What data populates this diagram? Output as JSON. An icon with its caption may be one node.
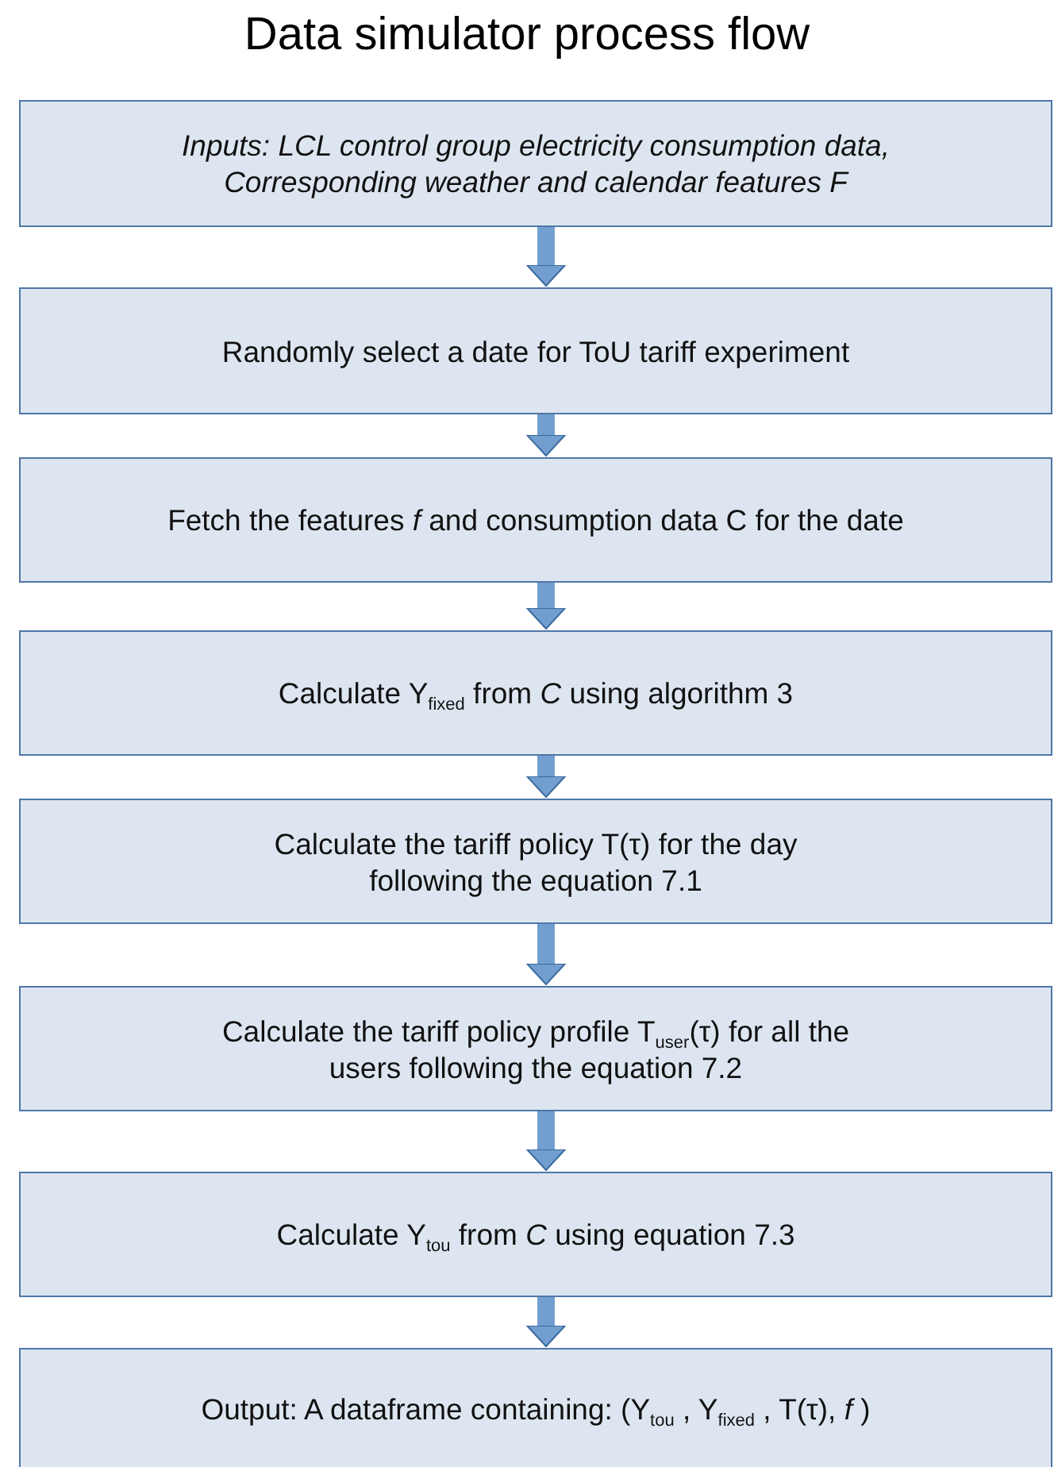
{
  "diagram": {
    "title": "Data simulator process flow",
    "nodes": [
      {
        "text": [
          "Inputs: LCL control group electricity consumption data, Corresponding weather and calendar features F"
        ]
      },
      {
        "text": [
          "Randomly select a date for ToU tariff experiment"
        ]
      },
      {
        "text": [
          "Fetch the features *f* and consumption data C for the date"
        ]
      },
      {
        "text": [
          "Calculate Y$_{fixed}$ from *C* using algorithm 3"
        ]
      },
      {
        "text": [
          "Calculate the tariff policy T(τ) for the day following the equation 7.1"
        ]
      },
      {
        "text": [
          "Calculate the tariff policy profile T$_{user}$(τ) for all the users following the equation 7.2"
        ]
      },
      {
        "text": [
          "Calculate Y$_{tou}$ from *C* using equation 7.3"
        ]
      },
      {
        "text": [
          "Output: A  dataframe  containing: (Y$_{tou}$ , Y$_{fixed}$ , T(τ), *f* )"
        ]
      }
    ],
    "edges": [
      {
        "from": 0,
        "to": 1,
        "arrow": "to"
      },
      {
        "from": 1,
        "to": 2,
        "arrow": "to"
      },
      {
        "from": 2,
        "to": 3,
        "arrow": "to"
      },
      {
        "from": 3,
        "to": 4,
        "arrow": "to"
      },
      {
        "from": 4,
        "to": 5,
        "arrow": "to"
      },
      {
        "from": 5,
        "to": 6,
        "arrow": "to"
      },
      {
        "from": 6,
        "to": 7,
        "arrow": "to"
      }
    ]
  }
}
